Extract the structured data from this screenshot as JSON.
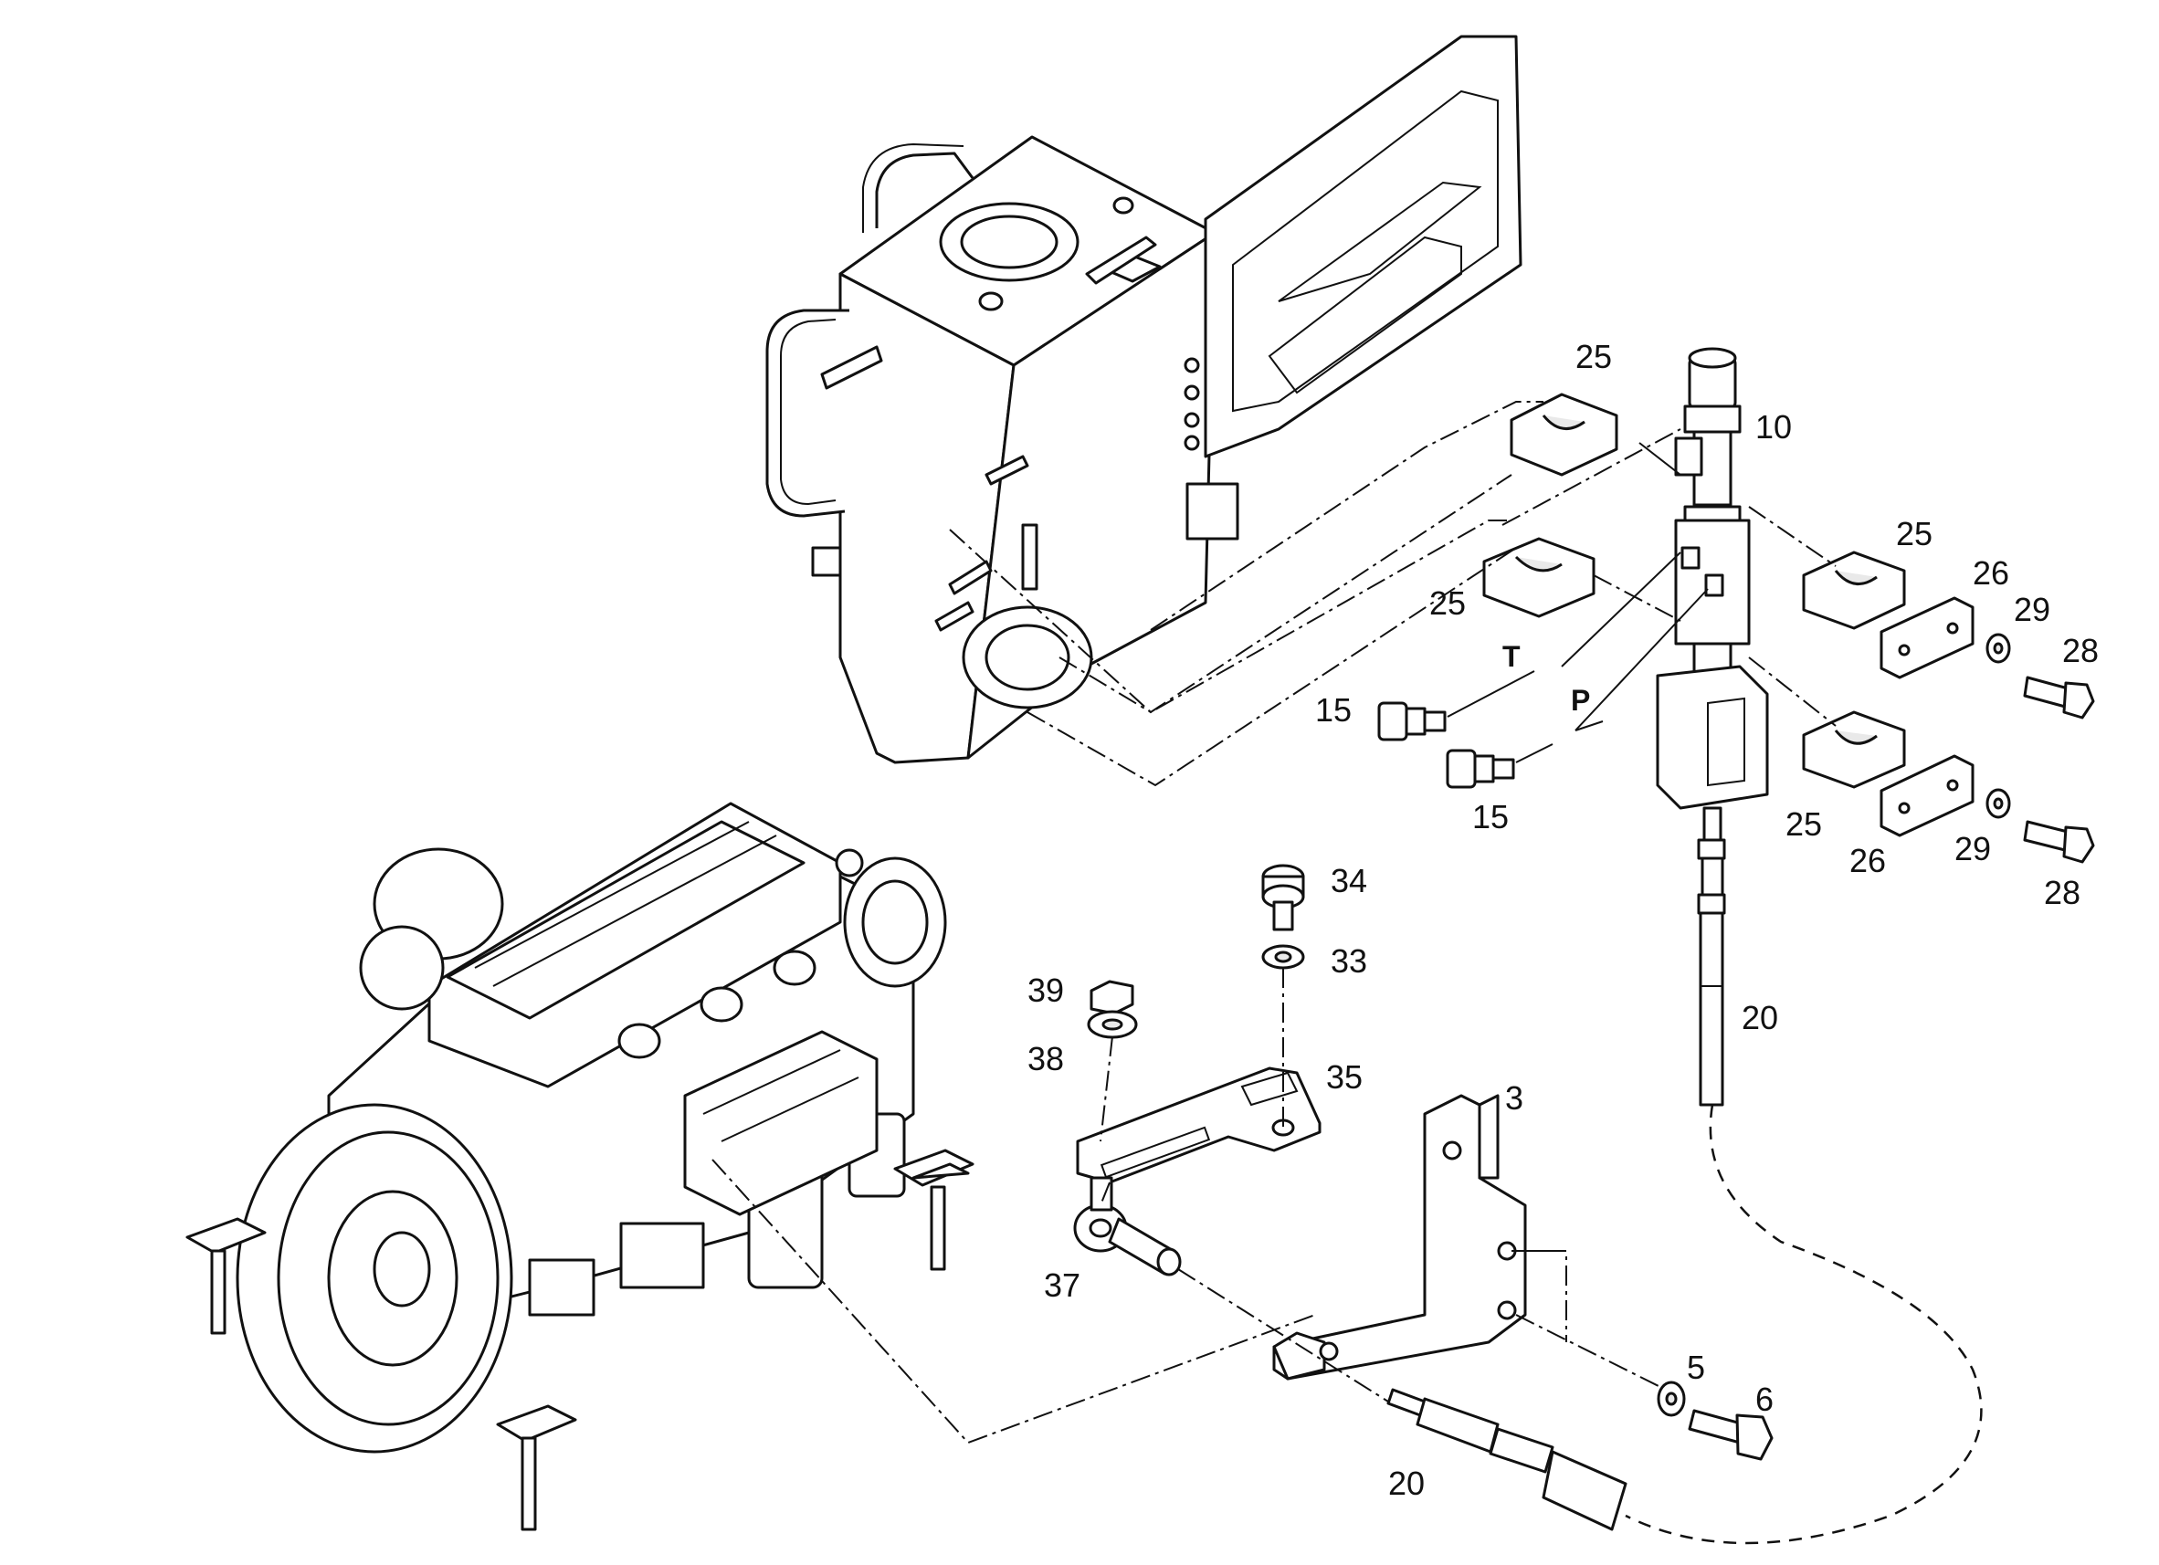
{
  "callouts": {
    "c3": "3",
    "c5": "5",
    "c6": "6",
    "c10": "10",
    "c15": "15",
    "c20": "20",
    "c25": "25",
    "c26": "26",
    "c28": "28",
    "c29": "29",
    "c33": "33",
    "c34": "34",
    "c35": "35",
    "c37": "37",
    "c38": "38",
    "c39": "39"
  },
  "ports": {
    "tank": "T",
    "pressure": "P"
  }
}
